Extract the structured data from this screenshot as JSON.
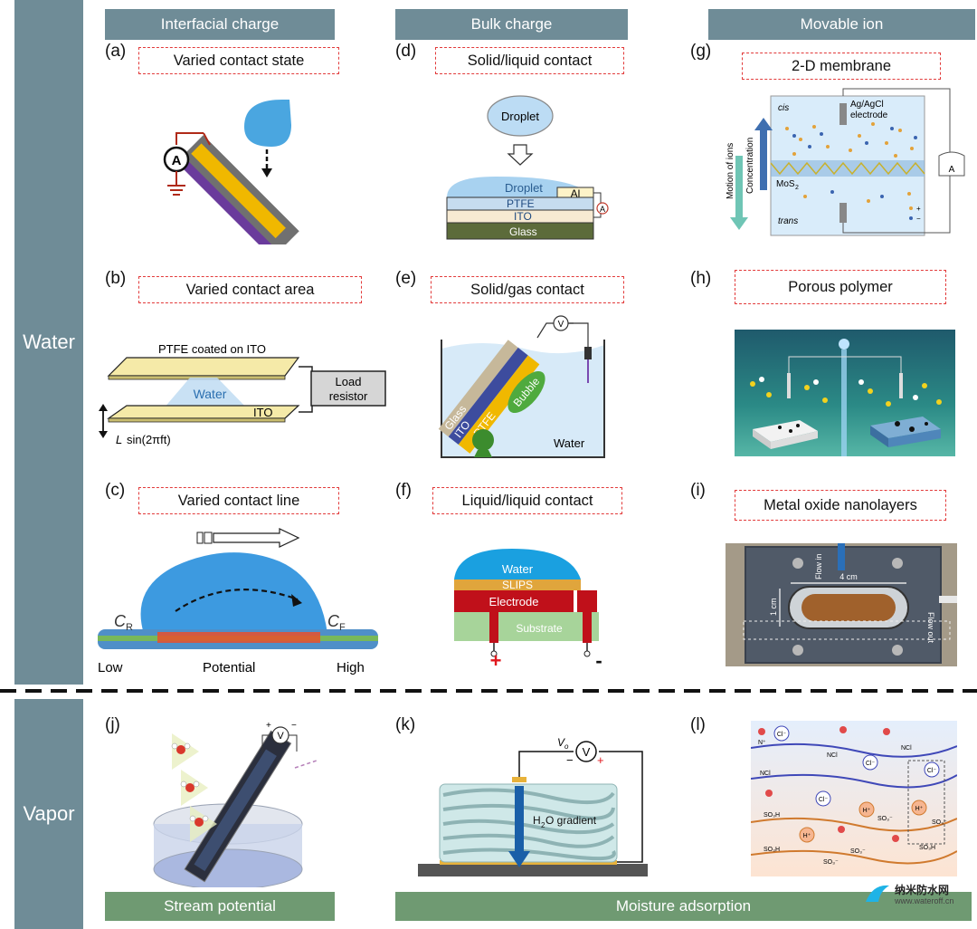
{
  "sidebar": {
    "water": "Water",
    "vapor": "Vapor"
  },
  "headers": [
    "Interfacial charge",
    "Bulk charge",
    "Movable ion"
  ],
  "footers": {
    "stream": "Stream potential",
    "moisture": "Moisture adsorption"
  },
  "panels": {
    "a": {
      "label": "(a)",
      "title": "Varied contact state"
    },
    "b": {
      "label": "(b)",
      "title": "Varied contact area"
    },
    "c": {
      "label": "(c)",
      "title": "Varied contact line"
    },
    "d": {
      "label": "(d)",
      "title": "Solid/liquid contact"
    },
    "e": {
      "label": "(e)",
      "title": "Solid/gas contact"
    },
    "f": {
      "label": "(f)",
      "title": "Liquid/liquid contact"
    },
    "g": {
      "label": "(g)",
      "title": "2-D membrane"
    },
    "h": {
      "label": "(h)",
      "title": "Porous polymer"
    },
    "i": {
      "label": "(i)",
      "title": "Metal oxide nanolayers"
    },
    "j": {
      "label": "(j)"
    },
    "k": {
      "label": "(k)"
    },
    "l": {
      "label": "(l)"
    }
  },
  "fig_a": {
    "meter": "A"
  },
  "fig_b": {
    "top_plate": "PTFE coated on ITO",
    "water": "Water",
    "ito": "ITO",
    "load_line1": "Load",
    "load_line2": "resistor",
    "motion_prefix": "L",
    "motion_fn": "sin(2πft)"
  },
  "fig_c": {
    "cr": "C",
    "cr_sub": "R",
    "cf": "C",
    "cf_sub": "F",
    "low": "Low",
    "potential": "Potential",
    "high": "High"
  },
  "fig_d": {
    "droplet_top": "Droplet",
    "droplet": "Droplet",
    "al": "Al",
    "ptfe": "PTFE",
    "ito": "ITO",
    "glass": "Glass",
    "meter": "A"
  },
  "fig_e": {
    "glass": "Glass",
    "ito": "ITO",
    "ptfe": "PTFE",
    "bubble": "Bubble",
    "water": "Water",
    "meter": "V"
  },
  "fig_f": {
    "water": "Water",
    "slips": "SLIPS",
    "electrode": "Electrode",
    "substrate": "Substrate",
    "plus": "+",
    "minus": "-"
  },
  "fig_g": {
    "cis": "cis",
    "trans": "trans",
    "electrode_line1": "Ag/AgCl",
    "electrode_line2": "electrode",
    "mos2": "MoS",
    "mos2_sub": "2",
    "motion": "Motion of ions",
    "concentration": "Concentration",
    "meter": "A",
    "plus": "+",
    "minus": "−"
  },
  "fig_i": {
    "width": "4 cm",
    "height": "1 cm",
    "flow_in": "Flow in",
    "flow_out": "Flow out"
  },
  "fig_k": {
    "meter": "V",
    "vo": "V",
    "vo_sub": "o",
    "plus": "+",
    "minus": "−",
    "gradient": "H",
    "gradient_sub": "2",
    "gradient_rest": "O gradient"
  },
  "fig_l": {
    "cl": "Cl⁻",
    "nplus": "N⁺",
    "ncl": "NCl",
    "hplus": "H⁺",
    "so3h": "SO₃H",
    "so3": "SO₃⁻"
  },
  "fig_j": {
    "meter": "V",
    "plus": "+",
    "minus": "−"
  },
  "watermark": {
    "name": "纳米防水网",
    "url": "www.wateroff.cn"
  }
}
